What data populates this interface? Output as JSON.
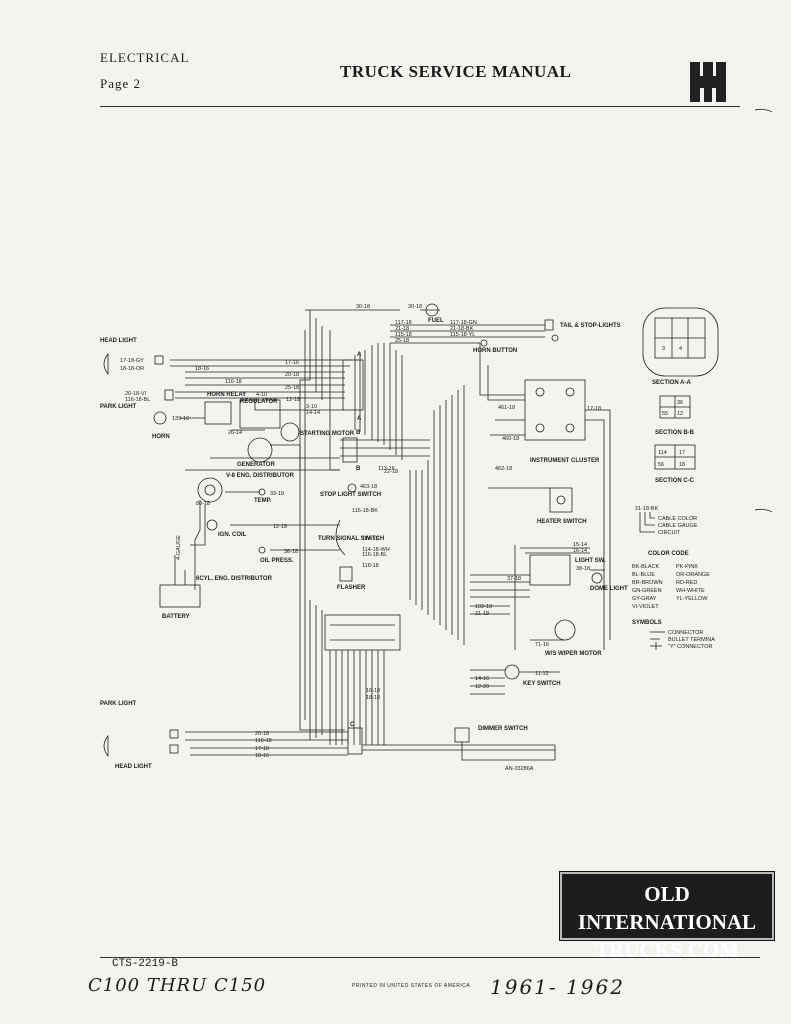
{
  "header": {
    "section": "ELECTRICAL",
    "page": "Page 2",
    "title": "TRUCK SERVICE MANUAL"
  },
  "diagram": {
    "components": {
      "head_light_left": "HEAD LIGHT",
      "park_light_left": "PARK LIGHT",
      "horn": "HORN",
      "horn_relay": "HORN RELAY",
      "regulator": "REGULATOR",
      "generator": "GENERATOR",
      "starting_motor": "STARTING MOTOR",
      "distributor_v8": "V-8 ENG. DISTRIBUTOR",
      "temp": "TEMP.",
      "ign_coil": "IGN. COIL",
      "oil_press": "OIL PRESS.",
      "distributor_6cyl": "6CYL. ENG. DISTRIBUTOR",
      "battery": "BATTERY",
      "fuel": "FUEL",
      "tail_stop": "TAIL & STOP-LIGHTS",
      "horn_button": "HORN BUTTON",
      "instrument_cluster": "INSTRUMENT CLUSTER",
      "heater_switch": "HEATER SWITCH",
      "stop_light_switch": "STOP LIGHT SWITCH",
      "turn_signal_switch": "TURN SIGNAL SWITCH",
      "flasher": "FLASHER",
      "light_sw": "LIGHT SW.",
      "dome_light": "DOME LIGHT",
      "ws_wiper_motor": "W/S WIPER MOTOR",
      "key_switch": "KEY SWITCH",
      "dimmer_switch": "DIMMER SWITCH",
      "park_light_right": "PARK LIGHT",
      "head_light_right": "HEAD LIGHT"
    },
    "connectors": {
      "a": "A",
      "b": "B",
      "c": "C"
    },
    "sections": {
      "a": "SECTION A-A",
      "b": "SECTION B-B",
      "c": "SECTION C-C",
      "a_cells": [
        "3",
        "4"
      ],
      "b_cells": [
        "36",
        "55",
        "12"
      ],
      "c_cells": [
        "114",
        "17",
        "56",
        "18"
      ]
    },
    "cable_legend": {
      "example": "21-18-BK",
      "cable_color": "CABLE COLOR",
      "cable_gauge": "CABLE GAUGE",
      "circuit": "CIRCUIT"
    },
    "color_code": {
      "title": "COLOR CODE",
      "left": [
        "BK-BLACK",
        "BL-BLUE",
        "BR-BROWN",
        "GN-GREEN",
        "GY-GRAY",
        "VI-VIOLET"
      ],
      "right": [
        "PK-PINK",
        "OR-ORANGE",
        "RD-RED",
        "WH-WHITE",
        "YL-YELLOW"
      ]
    },
    "symbols": {
      "title": "SYMBOLS",
      "items": [
        "CONNECTOR",
        "BULLET TERMINA",
        "\"Y\" CONNECTOR"
      ]
    },
    "wire_labels": {
      "w30_18": "30-18",
      "w30_18b": "30-18",
      "w117_18_gn": "117-18-GN",
      "w21_18": "21-18",
      "w117_18": "117-18",
      "w115_18": "115-18",
      "w115_18_yl": "115-18-YL",
      "w21_18_bk": "21-18-BK",
      "w25_18": "25-18",
      "w17_18_gy": "17-18-GY",
      "w18_18_or": "18-18-OR",
      "w17_16": "17-16",
      "w18_16": "18-16",
      "w20_18": "20-18",
      "w116_18": "116-18",
      "w25_18b": "25-18",
      "w20_18_vi": "20-18-VI",
      "w116_18_bl": "116-18-BL",
      "w4_10": "4-10",
      "w12_18": "12-18",
      "w3_10": "3-10",
      "w14_14": "14-14",
      "w139_16": "139-16",
      "w26_14": "26-14",
      "w33_18": "33-18",
      "w12_18b": "12-18",
      "w36_18": "36-18",
      "w462_18": "462-18",
      "w461_18": "461-18",
      "w460_18": "460-18",
      "w17_18": "17-18",
      "w15_14": "15-14",
      "w16_14": "16-14",
      "w38_18": "38-18",
      "w37_18": "37-18",
      "w102_18": "102-18",
      "w21_18c": "21-18",
      "w71_16": "71-16",
      "w11_12": "11-12",
      "w14_16": "14-16",
      "w12_20": "12-20",
      "w16_18": "16-18",
      "w18_18": "18-18",
      "w20_18c": "20-18",
      "w116_18c": "116-18",
      "w17_18c": "17-18",
      "w18_16b": "18-16",
      "w113_16": "113-16",
      "w22_18": "22-18",
      "w463_18": "463-18",
      "w114_18": "114-18",
      "w118_18": "118-18",
      "w115_18_bk": "115-18-BK",
      "w114_18_wh": "114-18-WH",
      "w116_18_bl2": "116-18-BL",
      "w80_18": "80-18",
      "w4_gauge": "4-GAUGE",
      "diagram_no": "AN-33286A"
    }
  },
  "watermark": [
    "OLD INTERNATIONAL",
    "TRUCKS.COM"
  ],
  "footer": {
    "form_number": "CTS-2219-B",
    "models_handwritten": "C100 THRU C150",
    "printed": "PRINTED IN UNITED STATES OF AMERICA",
    "years_handwritten": "1961- 1962"
  }
}
